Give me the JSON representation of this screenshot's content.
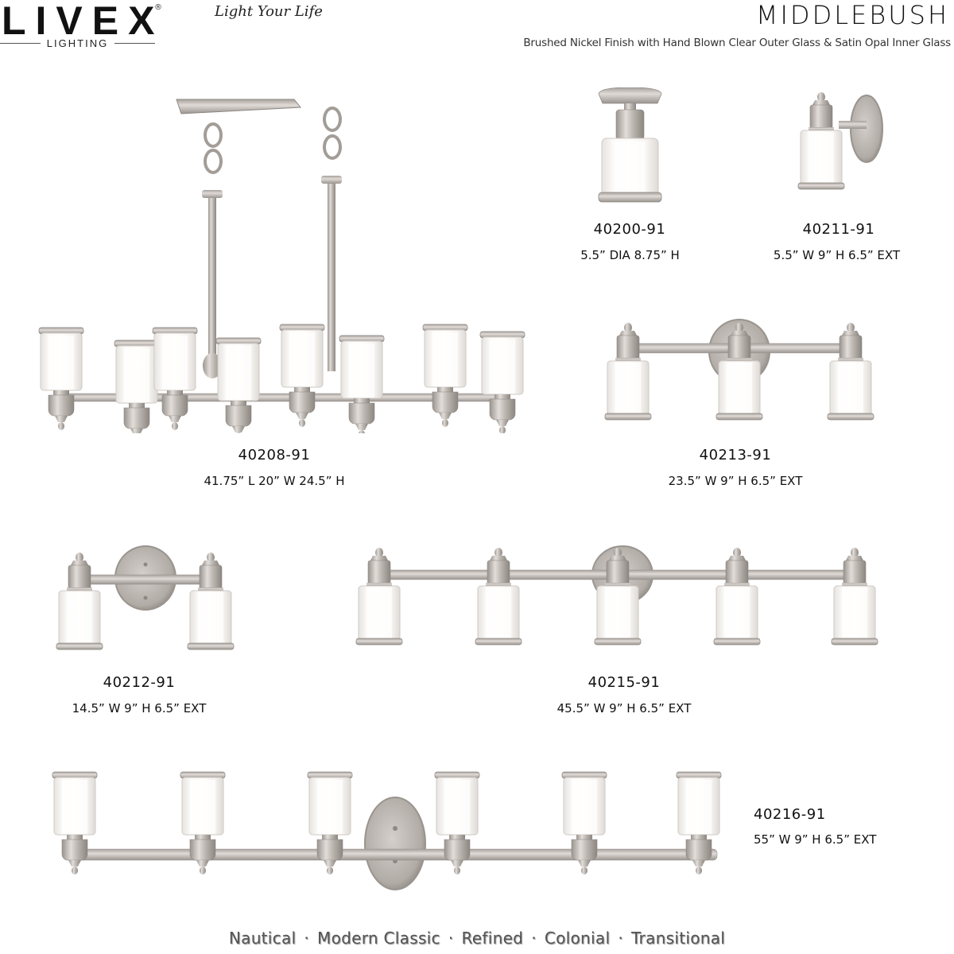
{
  "header": {
    "brand": "LIVEX",
    "brand_registered": "®",
    "brand_sub": "LIGHTING",
    "tagline": "Light Your Life",
    "collection": "MIDDLEBUSH",
    "finish_description": "Brushed Nickel Finish with Hand Blown Clear Outer Glass & Satin Opal Inner Glass"
  },
  "colors": {
    "nickel": "#b9b3ae",
    "nickel_dark": "#8f8984",
    "glass": "#f4f1ee",
    "text": "#111111",
    "footer_text": "#555555"
  },
  "products": [
    {
      "sku": "40208-91",
      "dimensions": "41.75” L  20” W  24.5” H",
      "type": "linear-chandelier",
      "lights": 8
    },
    {
      "sku": "40200-91",
      "dimensions": "5.5” DIA  8.75” H",
      "type": "flush-mount",
      "lights": 1
    },
    {
      "sku": "40211-91",
      "dimensions": "5.5” W  9” H  6.5” EXT",
      "type": "wall-sconce",
      "lights": 1
    },
    {
      "sku": "40213-91",
      "dimensions": "23.5” W  9” H  6.5” EXT",
      "type": "vanity-light",
      "lights": 3
    },
    {
      "sku": "40212-91",
      "dimensions": "14.5” W  9” H  6.5” EXT",
      "type": "vanity-light",
      "lights": 2
    },
    {
      "sku": "40215-91",
      "dimensions": "45.5” W  9” H  6.5” EXT",
      "type": "vanity-light",
      "lights": 5
    },
    {
      "sku": "40216-91",
      "dimensions": "55” W  9” H  6.5” EXT",
      "type": "vanity-light",
      "lights": 6
    }
  ],
  "footer": {
    "styles": [
      "Nautical",
      "Modern Classic",
      "Refined",
      "Colonial",
      "Transitional"
    ],
    "separator": "·"
  }
}
